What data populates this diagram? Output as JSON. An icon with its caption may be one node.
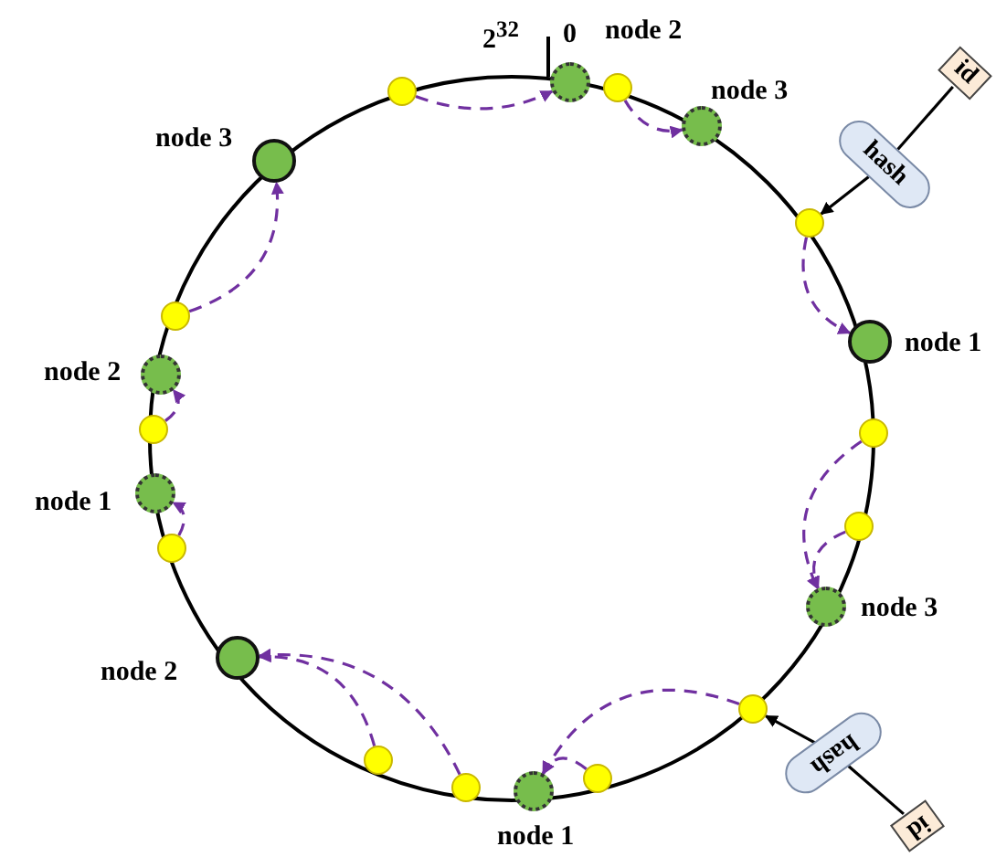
{
  "diagram": {
    "nodes": [
      {
        "text": [],
        "shape": "circle"
      },
      {
        "text": [],
        "shape": "circle",
        "beside": [
          "node 2"
        ]
      },
      {
        "text": [],
        "shape": "circle"
      },
      {
        "text": [],
        "shape": "circle",
        "beside": [
          "node 3"
        ]
      },
      {
        "text": [
          "id"
        ]
      },
      {
        "text": [
          "hash"
        ]
      },
      {
        "text": [],
        "shape": "circle"
      },
      {
        "text": [],
        "shape": "circle",
        "beside": [
          "node 1"
        ]
      },
      {
        "text": [],
        "shape": "circle"
      },
      {
        "text": [],
        "shape": "circle"
      },
      {
        "text": [],
        "shape": "circle",
        "beside": [
          "node 3"
        ]
      },
      {
        "text": [],
        "shape": "circle"
      },
      {
        "text": [
          "hash"
        ]
      },
      {
        "text": [
          "id"
        ]
      },
      {
        "text": [],
        "shape": "circle"
      },
      {
        "text": [],
        "shape": "circle",
        "beside": [
          "node 1"
        ]
      },
      {
        "text": [],
        "shape": "circle"
      },
      {
        "text": [],
        "shape": "circle"
      },
      {
        "text": [],
        "shape": "circle",
        "beside": [
          "node 2"
        ]
      },
      {
        "text": [],
        "shape": "circle"
      },
      {
        "text": [],
        "shape": "circle",
        "beside": [
          "node 1"
        ]
      },
      {
        "text": [],
        "shape": "circle"
      },
      {
        "text": [],
        "shape": "circle",
        "beside": [
          "node 2"
        ]
      },
      {
        "text": [],
        "shape": "circle"
      },
      {
        "text": [],
        "shape": "circle",
        "beside": [
          "node 3"
        ]
      }
    ],
    "edges": [
      {
        "from": 0,
        "to": 1,
        "arrow": "to",
        "style": "dashed",
        "color": "#7030a0"
      },
      {
        "from": 2,
        "to": 3,
        "arrow": "to",
        "style": "dashed",
        "color": "#7030a0"
      },
      {
        "from": 4,
        "to": 5,
        "arrow": "none",
        "color": "#000000"
      },
      {
        "from": 5,
        "to": 6,
        "arrow": "to",
        "color": "#000000"
      },
      {
        "from": 6,
        "to": 7,
        "arrow": "to",
        "style": "dashed",
        "color": "#7030a0"
      },
      {
        "from": 8,
        "to": 10,
        "arrow": "to",
        "style": "dashed",
        "color": "#7030a0"
      },
      {
        "from": 9,
        "to": 10,
        "arrow": "to",
        "style": "dashed",
        "color": "#7030a0"
      },
      {
        "from": 13,
        "to": 12,
        "arrow": "none",
        "color": "#000000"
      },
      {
        "from": 12,
        "to": 11,
        "arrow": "to",
        "color": "#000000"
      },
      {
        "from": 11,
        "to": 15,
        "arrow": "to",
        "style": "dashed",
        "color": "#7030a0"
      },
      {
        "from": 14,
        "to": 15,
        "arrow": "to",
        "style": "dashed",
        "color": "#7030a0"
      },
      {
        "from": 16,
        "to": 18,
        "arrow": "to",
        "style": "dashed",
        "color": "#7030a0"
      },
      {
        "from": 17,
        "to": 18,
        "arrow": "to",
        "style": "dashed",
        "color": "#7030a0"
      },
      {
        "from": 19,
        "to": 20,
        "arrow": "to",
        "style": "dashed",
        "color": "#7030a0"
      },
      {
        "from": 21,
        "to": 22,
        "arrow": "to",
        "style": "dashed",
        "color": "#7030a0"
      },
      {
        "from": 23,
        "to": 24,
        "arrow": "to",
        "style": "dashed",
        "color": "#7030a0"
      }
    ],
    "labels": [
      "2$^{32}$",
      "0"
    ]
  }
}
